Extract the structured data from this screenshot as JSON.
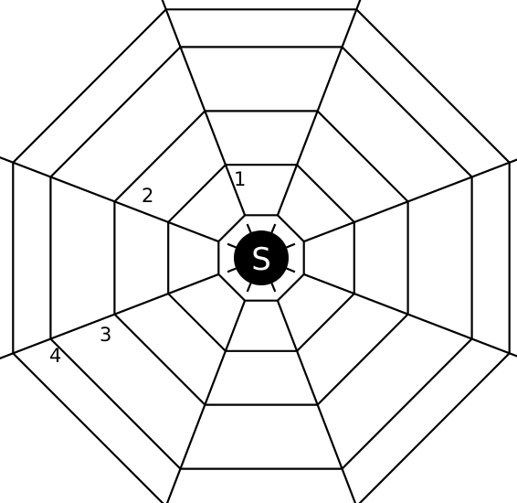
{
  "diagram": {
    "spider_letter": "S",
    "ring_labels": [
      "1",
      "2",
      "3",
      "4"
    ],
    "colors": {
      "line": "#000000",
      "spider": "#000000",
      "spider_letter": "#ffffff",
      "background": "#ffffff"
    }
  }
}
